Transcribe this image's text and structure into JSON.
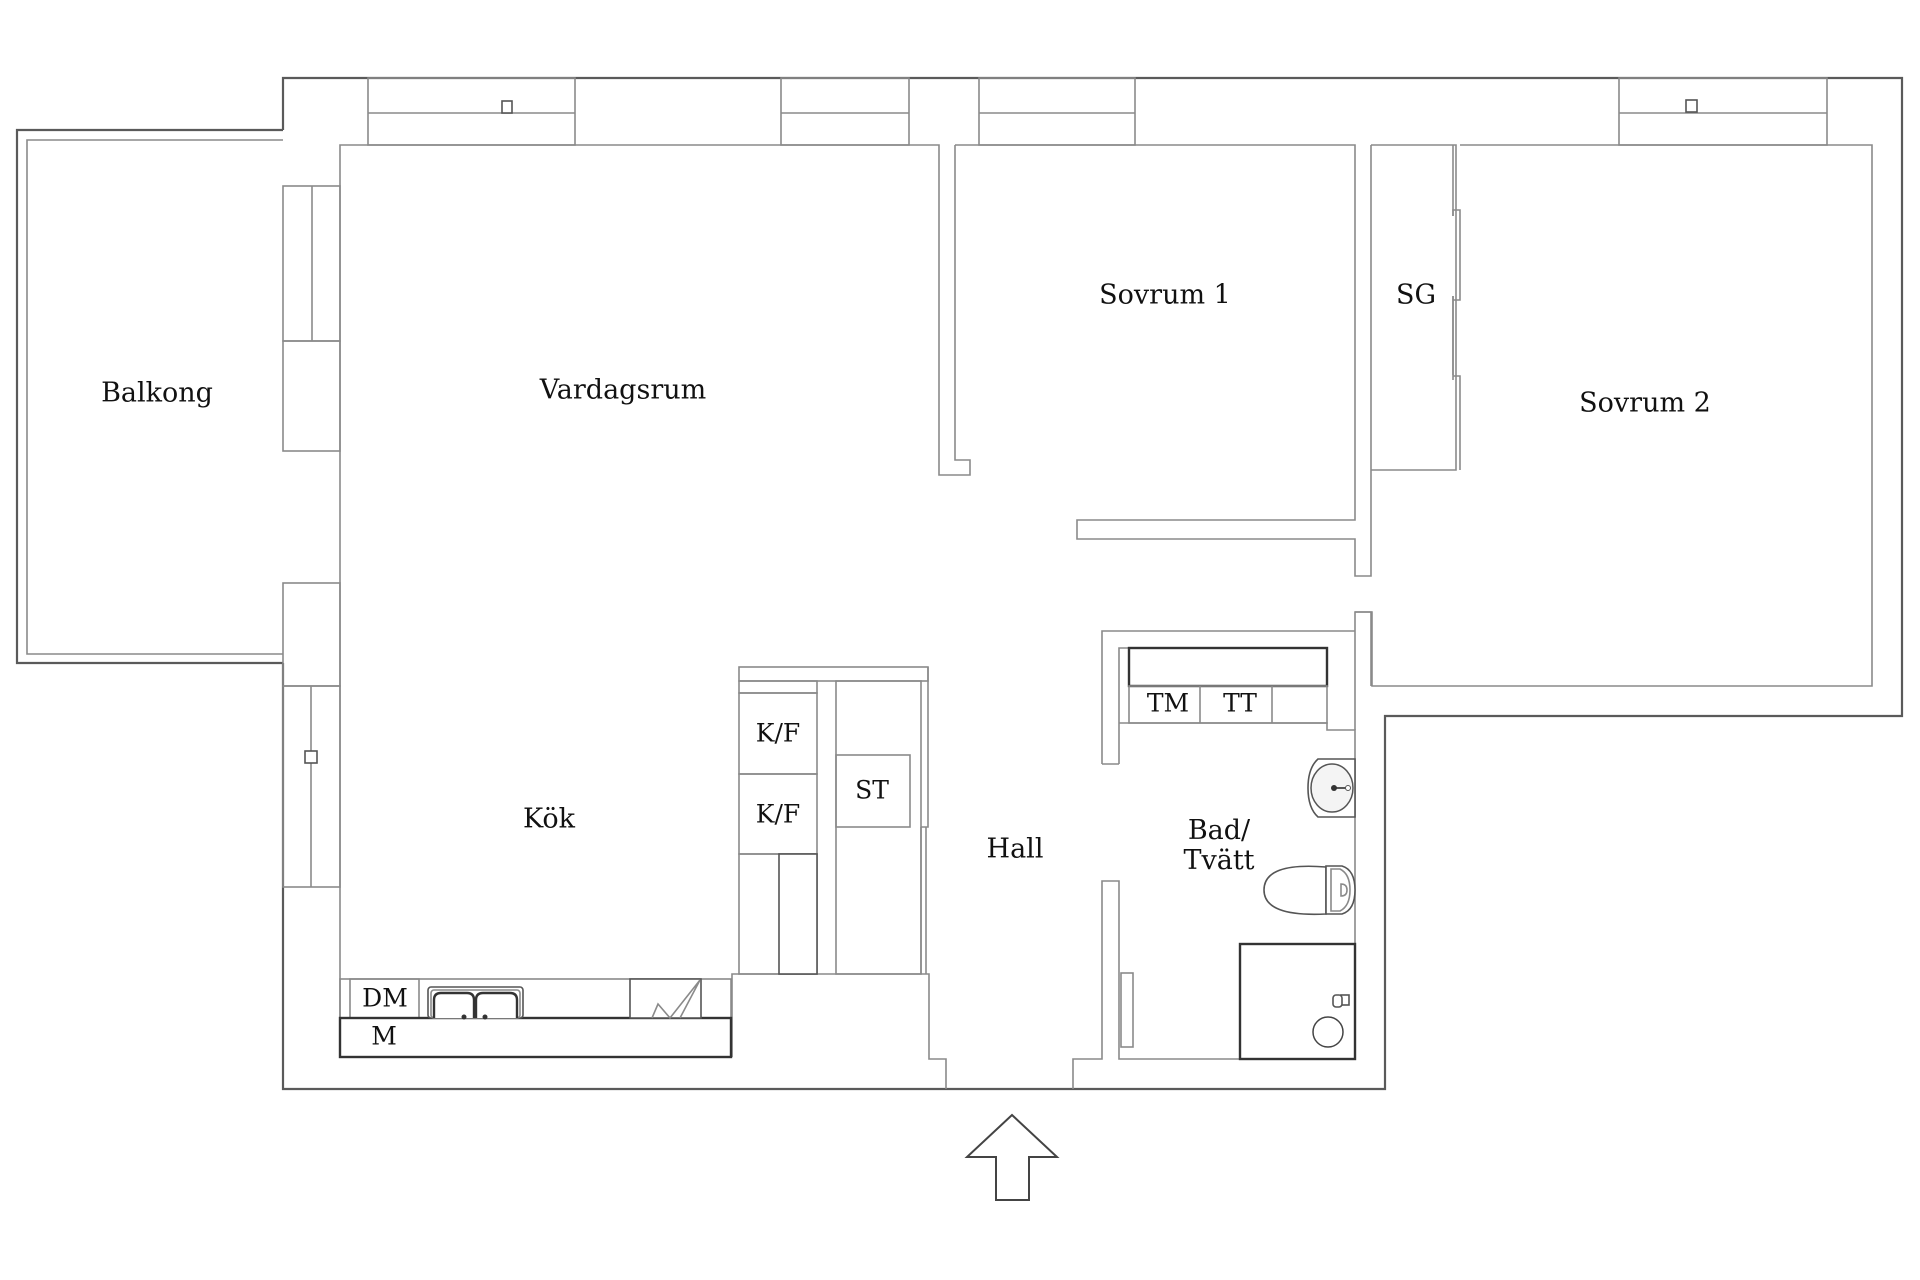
{
  "floorplan": {
    "rooms": {
      "balkong": "Balkong",
      "vardagsrum": "Vardagsrum",
      "sovrum1": "Sovrum 1",
      "sg": "SG",
      "sovrum2": "Sovrum 2",
      "kok": "Kök",
      "hall": "Hall",
      "bad_line1": "Bad/",
      "bad_line2": "Tvätt"
    },
    "fixtures": {
      "kf1": "K/F",
      "kf2": "K/F",
      "st": "ST",
      "dm": "DM",
      "m": "M",
      "tm": "TM",
      "tt": "TT"
    },
    "entrance_icon": "arrow-up-icon",
    "colors": {
      "background": "#ffffff",
      "wall_line": "#8a8a8a",
      "outer_wall": "#5a5a5a",
      "text": "#111111"
    }
  }
}
